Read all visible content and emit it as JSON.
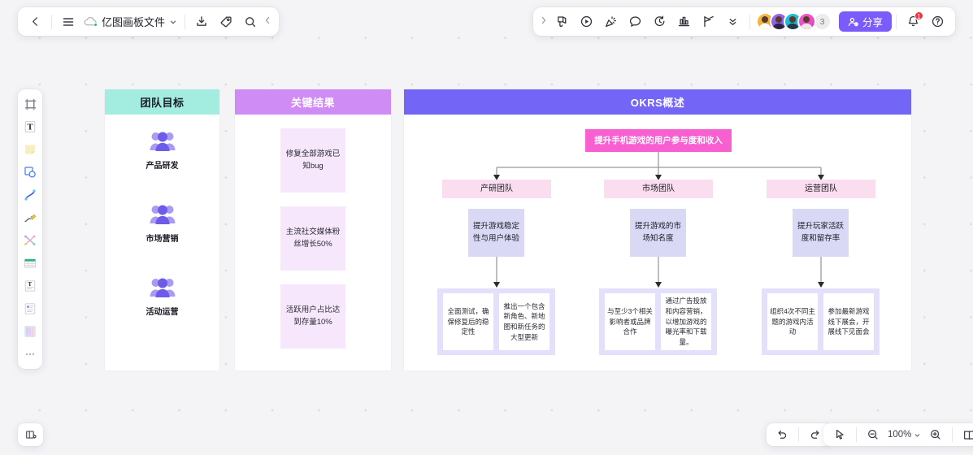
{
  "app": {
    "file_name": "亿图画板文件",
    "zoom_level": "100%",
    "share_label": "分享",
    "collaborator_overflow": "3",
    "notification_count": "1"
  },
  "toolbar_left": {
    "back": "back-icon",
    "menu": "menu-icon",
    "cloud": "cloud-saved-icon",
    "chevron": "chevron-down-icon",
    "export": "export-icon",
    "tag": "tag-icon",
    "search": "search-icon",
    "collapse": "collapse-icon"
  },
  "toolbar_right": {
    "expand": "chevron-right-icon",
    "items": [
      "presentation-icon",
      "play-icon",
      "celebrate-icon",
      "comment-icon",
      "history-icon",
      "chart-icon",
      "cursor-flag-icon",
      "more-chevron-icon"
    ]
  },
  "left_rail": {
    "tools": [
      "frame-tool",
      "text-tool",
      "sticky-note-tool",
      "shape-tool",
      "curve-line-tool",
      "pen-tool",
      "connector-tool",
      "table-tool",
      "text-box-tool",
      "card-tool",
      "kanban-tool",
      "more-tools"
    ]
  },
  "bottom_bar": {
    "present": "present-icon",
    "undo": "undo-icon",
    "redo": "redo-icon",
    "pointer": "pointer-icon",
    "zoom_out": "zoom-out-icon",
    "zoom_in": "zoom-in-icon",
    "zoom_caret": "chevron-down-icon",
    "page_view": "page-view-icon"
  },
  "board": {
    "panels": [
      {
        "title": "团队目标",
        "teams": [
          {
            "name": "产品研发"
          },
          {
            "name": "市场营销"
          },
          {
            "name": "活动运营"
          }
        ]
      },
      {
        "title": "关键结果",
        "cards": [
          "修复全部游戏已知bug",
          "主流社交媒体粉丝增长50%",
          "活跃用户占比达到存量10%"
        ]
      },
      {
        "title": "OKRS概述",
        "root": "提升手机游戏的用户参与度和收入",
        "branches": [
          {
            "team": "产研团队",
            "objective": "提升游戏稳定性与用户体验",
            "results": [
              "全面测试，确保修复后的稳定性",
              "推出一个包含新角色、新地图和新任务的大型更新"
            ]
          },
          {
            "team": "市场团队",
            "objective": "提升游戏的市场知名度",
            "results": [
              "与至少3个相关影响者或品牌合作",
              "通过广告投放和内容营销，以增加游戏的曝光率和下载量。"
            ]
          },
          {
            "team": "运营团队",
            "objective": "提升玩家活跃度和留存率",
            "results": [
              "组织4次不同主题的游戏内活动",
              "参加最新游戏线下展会，开展线下见面会"
            ]
          }
        ]
      }
    ]
  },
  "colors": {
    "accent": "#7b5cfa",
    "panel1_header": "#a3ece0",
    "panel2_header": "#d08cf5",
    "panel3_header": "#7366f6",
    "root_node": "#f85fd0",
    "team_node": "#fbddf0",
    "objective_node": "#d9d9f6",
    "group_box": "#e2e0fb",
    "kr_card": "#f6e7fc",
    "canvas": "#f4f4f6"
  }
}
